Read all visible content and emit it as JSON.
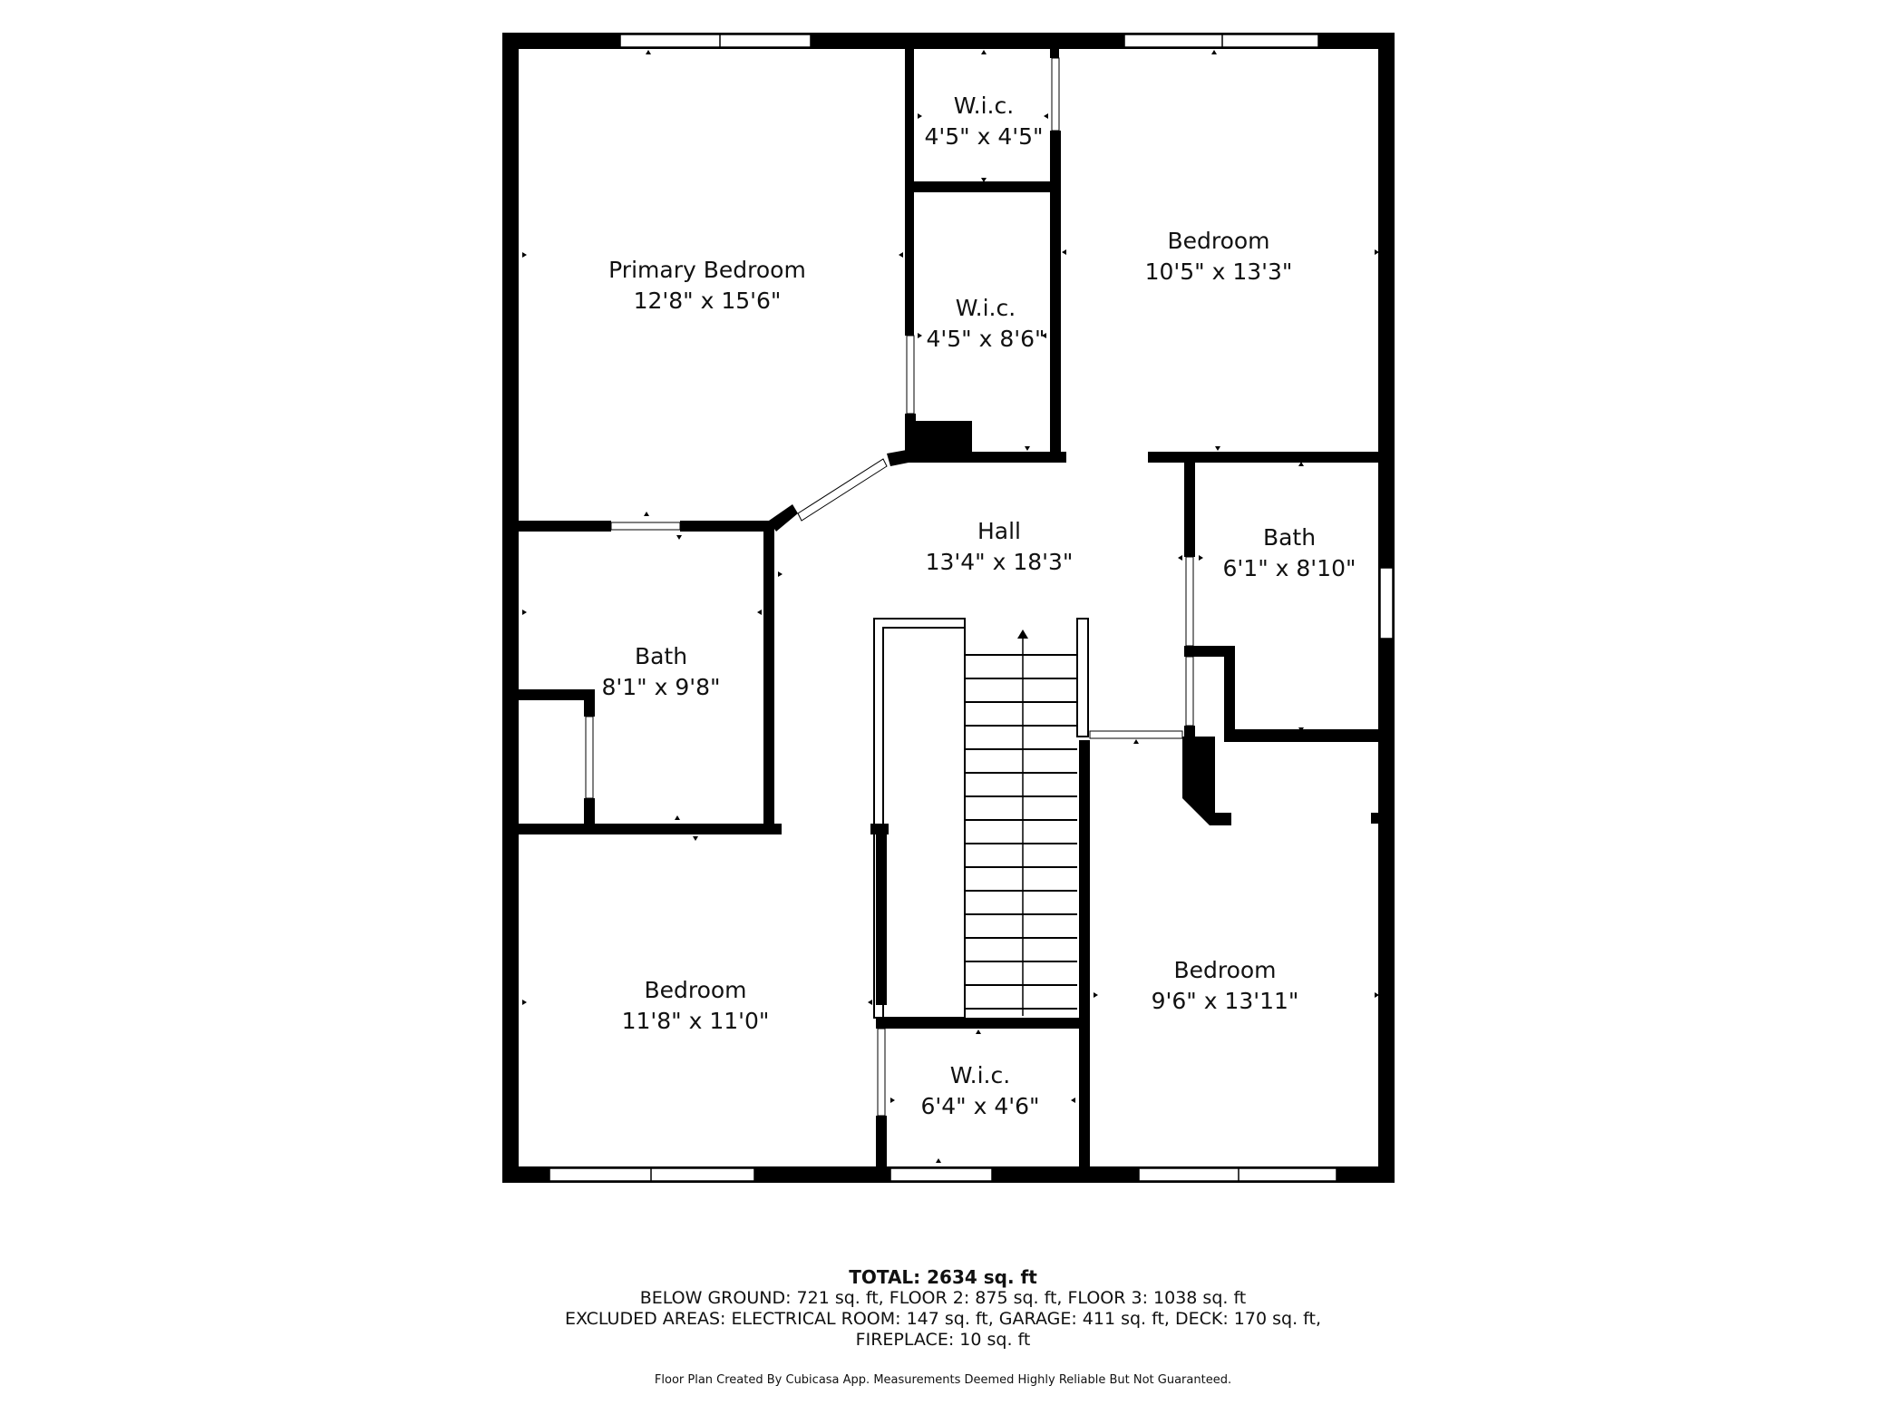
{
  "rooms": {
    "primary_bedroom": {
      "name": "Primary Bedroom",
      "dims": "12'8\" x 15'6\""
    },
    "wic_top": {
      "name": "W.i.c.",
      "dims": "4'5\" x 4'5\""
    },
    "wic_middle": {
      "name": "W.i.c.",
      "dims": "4'5\" x 8'6\""
    },
    "bedroom_top_right": {
      "name": "Bedroom",
      "dims": "10'5\" x 13'3\""
    },
    "hall": {
      "name": "Hall",
      "dims": "13'4\" x 18'3\""
    },
    "bath_right": {
      "name": "Bath",
      "dims": "6'1\" x 8'10\""
    },
    "bath_left": {
      "name": "Bath",
      "dims": "8'1\" x 9'8\""
    },
    "bedroom_bottom_left": {
      "name": "Bedroom",
      "dims": "11'8\" x 11'0\""
    },
    "wic_bottom": {
      "name": "W.i.c.",
      "dims": "6'4\" x 4'6\""
    },
    "bedroom_bottom_right": {
      "name": "Bedroom",
      "dims": "9'6\" x 13'11\""
    }
  },
  "summary": {
    "total": "TOTAL: 2634 sq. ft",
    "line1": "BELOW GROUND: 721 sq. ft, FLOOR 2: 875 sq. ft, FLOOR 3: 1038 sq. ft",
    "line2": "EXCLUDED AREAS: ELECTRICAL ROOM: 147 sq. ft, GARAGE: 411 sq. ft, DECK: 170 sq. ft,",
    "line3": "FIREPLACE: 10 sq. ft"
  },
  "footer": "Floor Plan Created By Cubicasa App. Measurements Deemed Highly Reliable But Not Guaranteed.",
  "colors": {
    "wall": "#000000",
    "background": "#ffffff",
    "window": "#ffffff"
  }
}
